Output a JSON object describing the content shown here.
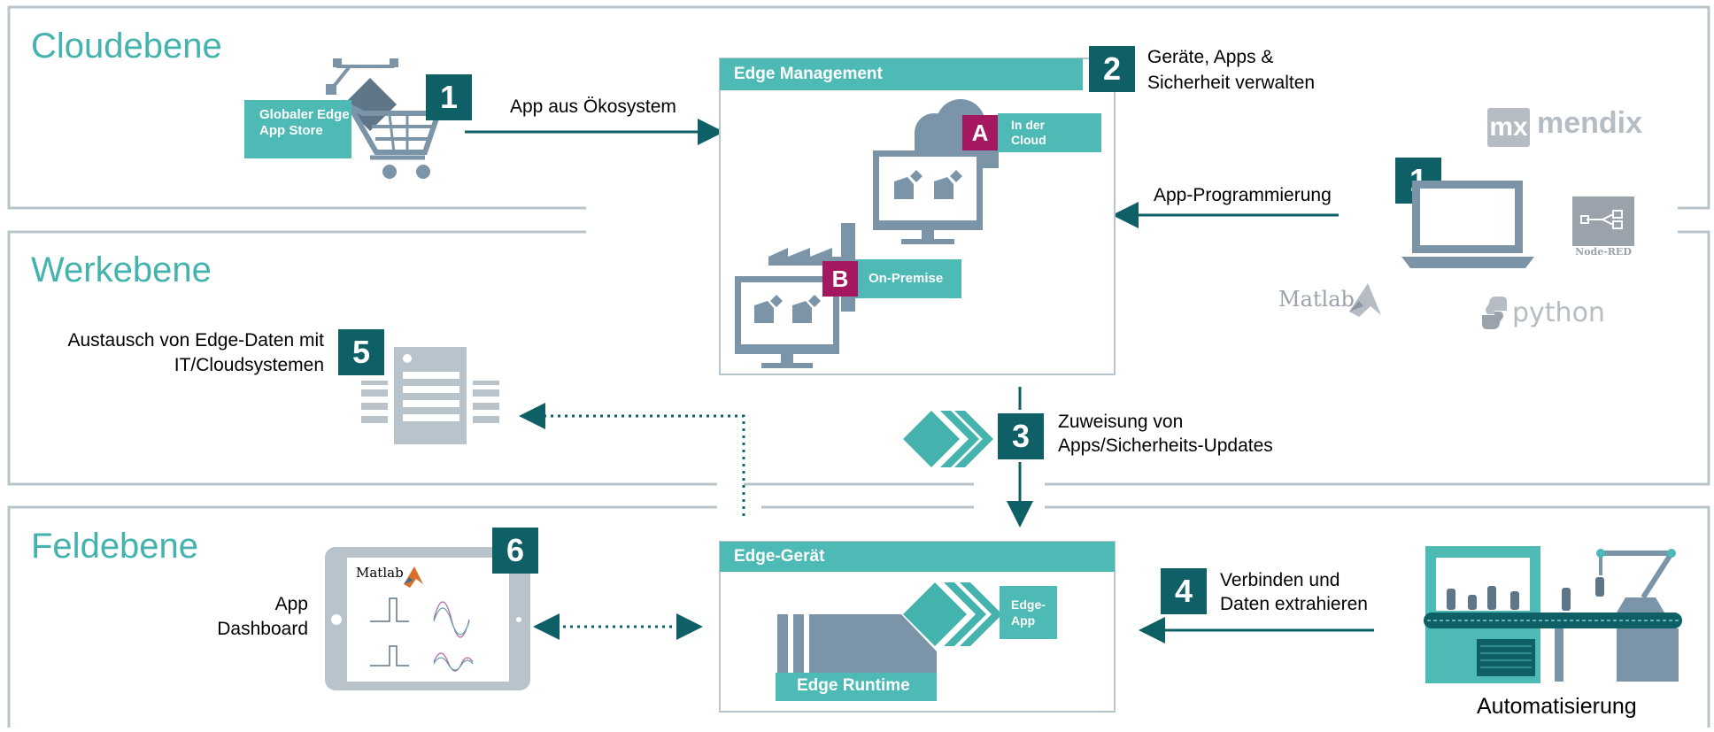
{
  "lanes": {
    "cloud": "Cloudebene",
    "plant": "Werkebene",
    "field": "Feldebene"
  },
  "store": {
    "label": "Globaler Edge App Store",
    "badge": "1"
  },
  "arrow_app_from_ecosystem": "App aus Ökosystem",
  "edge_management": {
    "title": "Edge Management",
    "badge": "2",
    "side_text_line1": "Geräte, Apps &",
    "side_text_line2": "Sicherheit verwalten",
    "cloud_badge": "A",
    "cloud_label_line1": "In der",
    "cloud_label_line2": "Cloud",
    "onprem_badge": "B",
    "onprem_label": "On-Premise"
  },
  "programming": {
    "label": "App-Programmierung",
    "badge": "1",
    "tools": {
      "mendix_mx": "mx",
      "mendix": "mendix",
      "nodered": "Node-RED",
      "matlab": "Matlab",
      "python": "python"
    }
  },
  "exchange": {
    "line1": "Austausch von Edge-Daten mit",
    "line2": "IT/Cloudsystemen",
    "badge": "5"
  },
  "assignment": {
    "badge": "3",
    "line1": "Zuweisung von",
    "line2": "Apps/Sicherheits-Updates"
  },
  "edge_device": {
    "title": "Edge-Gerät",
    "app_line1": "Edge-",
    "app_line2": "App",
    "runtime": "Edge Runtime"
  },
  "dashboard": {
    "line1": "App",
    "line2": "Dashboard",
    "badge": "6",
    "matlab": "Matlab"
  },
  "connect": {
    "badge": "4",
    "line1": "Verbinden und",
    "line2": "Daten extrahieren"
  },
  "automation": {
    "label": "Automatisierung"
  },
  "colors": {
    "teal": "#4dbab5",
    "dark_teal": "#0e5f66",
    "accent_red": "#a3185e",
    "slate": "#7c94a8",
    "lane_border": "#b8c4cc"
  }
}
